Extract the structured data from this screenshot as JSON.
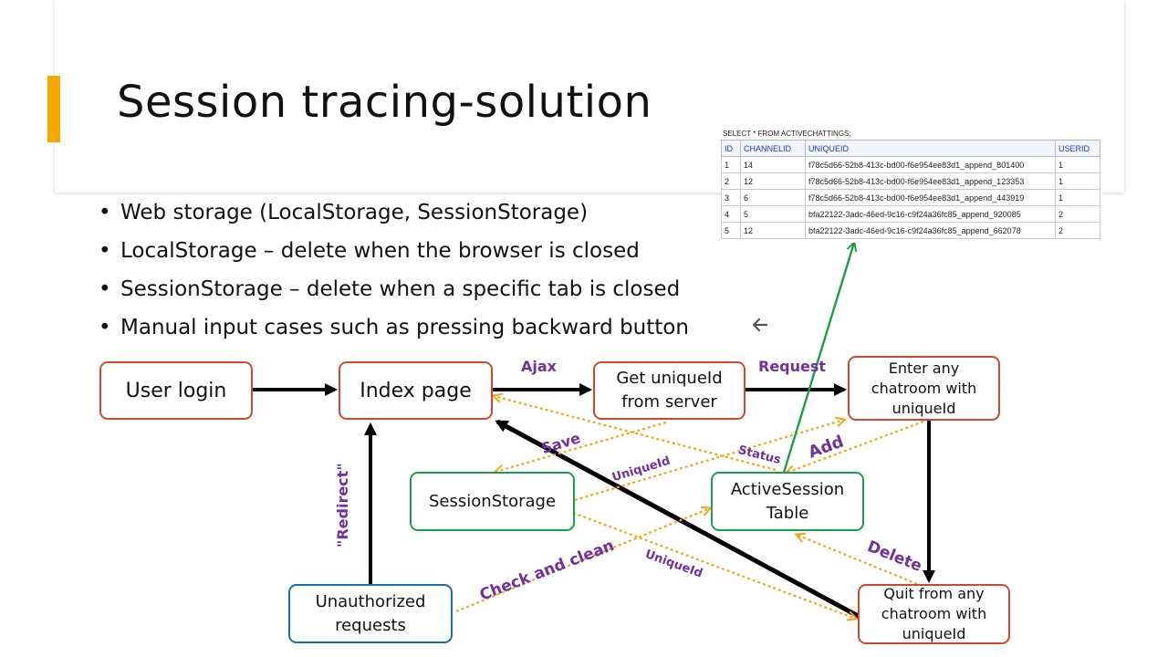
{
  "slide": {
    "title": "Session tracing-solution",
    "bullets": [
      "Web storage (LocalStorage, SessionStorage)",
      "LocalStorage – delete when the browser is closed",
      "SessionStorage – delete when a specific tab is closed",
      "Manual input cases such as pressing backward button"
    ],
    "back_icon": "arrow-left-icon",
    "accent_color": "#f5a800"
  },
  "sql": {
    "query": "SELECT * FROM ACTIVECHATTINGS;",
    "columns": [
      "ID",
      "CHANNELID",
      "UNIQUEID",
      "USERID"
    ],
    "rows": [
      [
        "1",
        "14",
        "f78c5d66-52b8-413c-bd00-f6e954ee83d1_append_801400",
        "1"
      ],
      [
        "2",
        "12",
        "f78c5d66-52b8-413c-bd00-f6e954ee83d1_append_123353",
        "1"
      ],
      [
        "3",
        "6",
        "f78c5d66-52b8-413c-bd00-f6e954ee83d1_append_443919",
        "1"
      ],
      [
        "4",
        "5",
        "bfa22122-3adc-46ed-9c16-c9f24a36fc85_append_920085",
        "2"
      ],
      [
        "5",
        "12",
        "bfa22122-3adc-46ed-9c16-c9f24a36fc85_append_662078",
        "2"
      ]
    ]
  },
  "nodes": {
    "user_login": "User login",
    "index_page": "Index page",
    "get_unique_1": "Get uniqueId",
    "get_unique_2": "from server",
    "enter_1": "Enter any",
    "enter_2": "chatroom with",
    "enter_3": "uniqueId",
    "session_storage": "SessionStorage",
    "active_1": "ActiveSession",
    "active_2": "Table",
    "unauth_1": "Unauthorized",
    "unauth_2": "requests",
    "quit_1": "Quit from any",
    "quit_2": "chatroom with",
    "quit_3": "uniqueId"
  },
  "edge_labels": {
    "ajax": "Ajax",
    "request": "Request",
    "save": "Save",
    "uniqueid_upper": "UniqueId",
    "status": "Status",
    "add": "Add",
    "redirect": "\"Redirect\"",
    "check_and_clean": "Check and clean",
    "uniqueid_lower": "UniqueId",
    "delete": "Delete"
  },
  "colors": {
    "solid_arrow": "#000000",
    "dotted_arrow": "#f0a818",
    "green_arrow": "#1c9e4c",
    "label": "#7030a0",
    "orange_border": "#cc4a2b",
    "green_border": "#1c9e4c",
    "blue_border": "#1a6eb0"
  }
}
